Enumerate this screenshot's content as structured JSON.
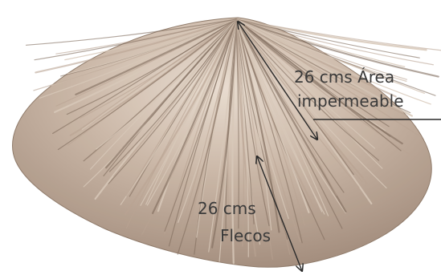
{
  "annotations": {
    "top_measure": {
      "line1": "26 cms Área",
      "line2": "impermeable"
    },
    "bottom_measure": {
      "line1": "26 cms",
      "line2": "Flecos"
    }
  },
  "colors": {
    "straw_light": "#d7c8b8",
    "straw_mid": "#b9a493",
    "straw_dark": "#7e6b5b",
    "annotation": "#2a2a2a"
  },
  "icons": {
    "measure_marker": "double-arrow"
  }
}
